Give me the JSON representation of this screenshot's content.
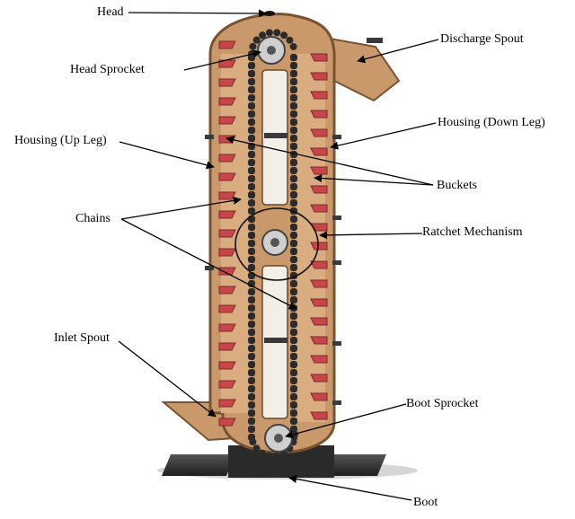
{
  "labels": {
    "head": "Head",
    "head_sprocket": "Head Sprocket",
    "discharge_spout": "Discharge Spout",
    "housing_down_leg": "Housing (Down Leg)",
    "housing_up_leg": "Housing (Up Leg)",
    "buckets": "Buckets",
    "chains": "Chains",
    "ratchet_mechanism": "Ratchet Mechanism",
    "inlet_spout": "Inlet Spout",
    "boot_sprocket": "Boot Sprocket",
    "boot": "Boot"
  },
  "colors": {
    "housing": "#c9996b",
    "housing_edge": "#7a5230",
    "housing_inner": "#e9d3b8",
    "bucket": "#c8464a",
    "chain": "#2b2b2b",
    "base": "#333333",
    "sprocket": "#cfcfcf"
  }
}
